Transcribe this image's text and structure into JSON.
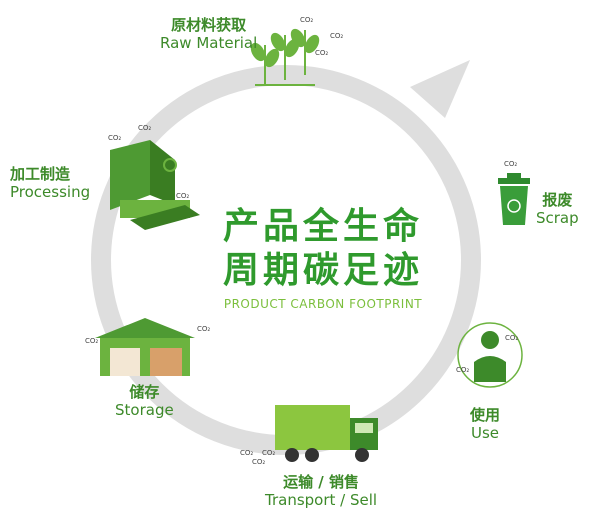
{
  "title": {
    "line1": "产品全生命",
    "line2": "周期碳足迹",
    "subtitle": "PRODUCT CARBON FOOTPRINT"
  },
  "stages": {
    "raw_material": {
      "zh": "原材料获取",
      "en": "Raw Material"
    },
    "scrap": {
      "zh": "报废",
      "en": "Scrap"
    },
    "use": {
      "zh": "使用",
      "en": "Use"
    },
    "transport": {
      "zh": "运输 / 销售",
      "en": "Transport / Sell"
    },
    "storage": {
      "zh": "储存",
      "en": "Storage"
    },
    "processing": {
      "zh": "加工制造",
      "en": "Processing"
    }
  },
  "co2_label": "CO₂",
  "colors": {
    "green": "#3d8a2a",
    "title_green": "#2f9a2d",
    "light_green": "#7bbf3c",
    "ring_gray": "#dedede"
  }
}
